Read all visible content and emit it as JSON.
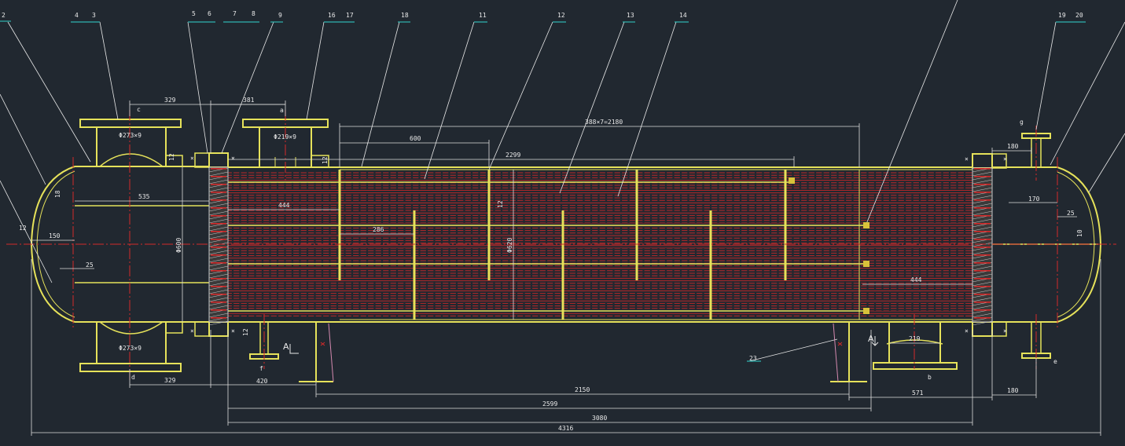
{
  "colors": {
    "background": "#212830",
    "outline": "#e6e25a",
    "tubes": "#d42a2a",
    "dimension": "#dcdcdc",
    "leader": "#e8e8e8",
    "leader_underline": "#2fb3b0",
    "centerline": "#d42a2a",
    "hatch": "#c8c8c8",
    "bolt": "#d8c23a"
  },
  "part_labels": [
    "2",
    "4",
    "3",
    "5",
    "6",
    "7",
    "8",
    "9",
    "16",
    "17",
    "18",
    "11",
    "12",
    "13",
    "14",
    "19",
    "20",
    "23"
  ],
  "dimensions": {
    "d_329_top": "329",
    "d_381": "381",
    "d_388x7": "388×7=2180",
    "d_600": "600",
    "d_2299": "2299",
    "d_180_top": "180",
    "d_12_a": "12",
    "d_12_b": "12",
    "d_12_c": "12",
    "d_12_d": "12",
    "d_535": "535",
    "d_444_left": "444",
    "d_286": "286",
    "d_18": "18",
    "d_12_left": "12",
    "d_150": "150",
    "d_25_left": "25",
    "d_600_vert": "Φ600",
    "d_620_vert": "Φ620",
    "d_170": "170",
    "d_25_right": "25",
    "d_10": "10",
    "d_444_right": "444",
    "d_219": "219",
    "d_329_bot": "329",
    "d_420": "420",
    "d_2150": "2150",
    "d_571": "571",
    "d_180_bot": "180",
    "d_2599": "2599",
    "d_3080": "3080",
    "d_4316": "4316"
  },
  "nozzles": {
    "n_c_size": "Φ273×9",
    "n_a_size": "Φ219×9",
    "n_d_size": "Φ273×9"
  },
  "nozzle_letters": {
    "c": "c",
    "a": "a",
    "g": "g",
    "d": "d",
    "f": "f",
    "b": "b",
    "e": "e"
  },
  "section_marks": {
    "a1": "A",
    "a2": "A"
  },
  "cross_mark": "×"
}
